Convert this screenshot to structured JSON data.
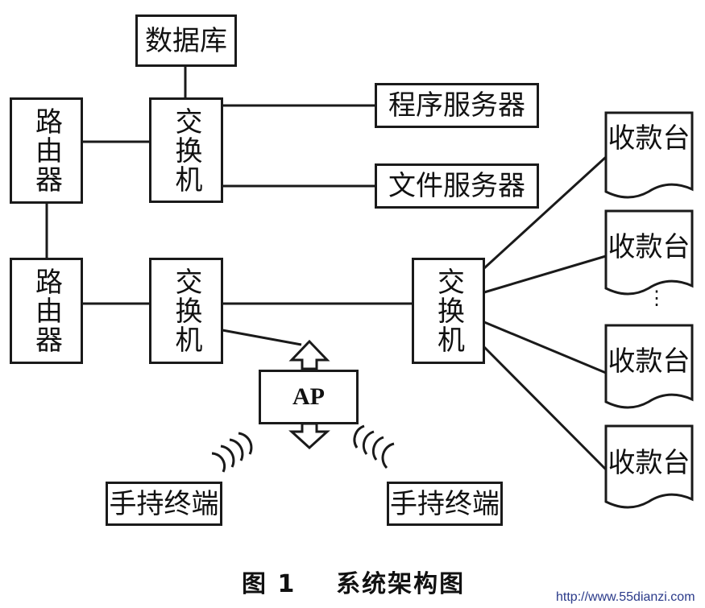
{
  "nodes": {
    "database": "数据库",
    "router_top": "路由器",
    "switch_top": "交换机",
    "program_server": "程序服务器",
    "file_server": "文件服务器",
    "router_bottom": "路由器",
    "switch_middle": "交换机",
    "switch_right": "交换机",
    "ap": "AP",
    "terminal_left": "手持终端",
    "terminal_right": "手持终端",
    "register_1": "收款台",
    "register_2": "收款台",
    "register_3": "收款台",
    "register_4": "收款台"
  },
  "ellipsis": "⋮",
  "caption": "图 1    系统架构图",
  "watermark": "http://www.55dianzi.com"
}
